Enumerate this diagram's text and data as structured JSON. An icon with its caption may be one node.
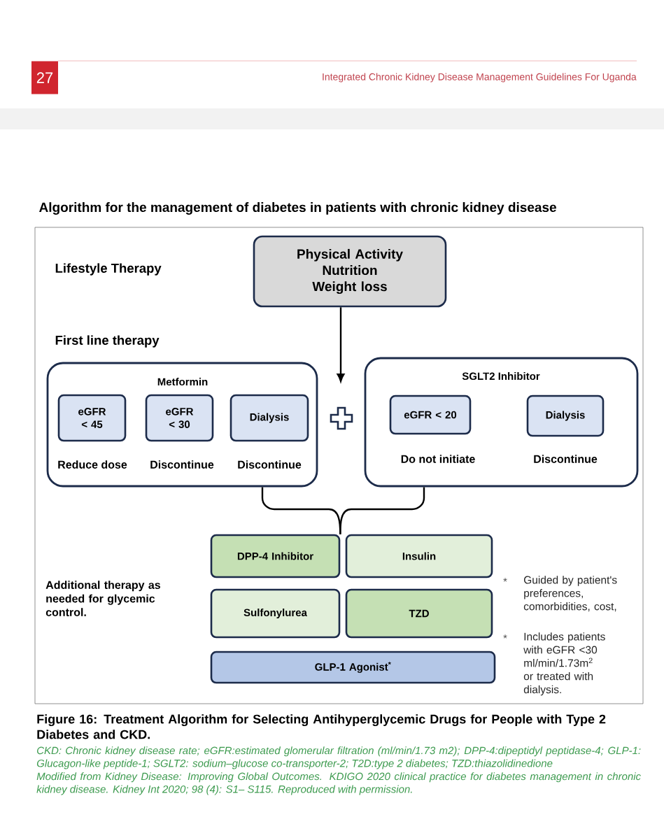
{
  "diagram": {
    "title": "Algorithm for the management of diabetes in patients with chronic kidney disease",
    "caption": "Figure 16: Treatment Algorithm for Selecting Antihyperglycemic Drugs for People with Type 2 Diabetes and CKD.",
    "nodes": [
      {
        "text": [
          "Physical Activity",
          "Nutrition",
          "Weight loss"
        ]
      },
      {
        "text": [
          "Metformin"
        ]
      },
      {
        "text": [
          "eGFR < 45"
        ],
        "in": 1,
        "beside": [
          "Reduce dose"
        ]
      },
      {
        "text": [
          "eGFR < 30"
        ],
        "in": 1,
        "beside": [
          "Discontinue"
        ]
      },
      {
        "text": [
          "Dialysis"
        ],
        "in": 1,
        "beside": [
          "Discontinue"
        ]
      },
      {
        "text": [
          "SGLT2 Inhibitor"
        ]
      },
      {
        "text": [
          "eGFR < 20"
        ],
        "in": 5,
        "beside": [
          "Do not initiate"
        ]
      },
      {
        "text": [
          "Dialysis"
        ],
        "in": 5,
        "beside": [
          "Discontinue"
        ]
      },
      {
        "text": [
          "DPP-4 Inhibitor"
        ]
      },
      {
        "text": [
          "Insulin"
        ]
      },
      {
        "text": [
          "Sulfonylurea"
        ]
      },
      {
        "text": [
          "TZD"
        ]
      },
      {
        "text": [
          "GLP-1 Agonist$^{*}$"
        ]
      }
    ],
    "edges": [
      {
        "from": 0,
        "to": null,
        "arrow": "to"
      },
      {
        "from": 1,
        "to": 8,
        "arrow": "none"
      },
      {
        "from": 5,
        "to": 8,
        "arrow": "none"
      }
    ],
    "labels": [
      "27",
      "Integrated Chronic Kidney Disease Management Guidelines For Uganda",
      "Lifestyle Therapy",
      "First line therapy",
      "Additional therapy as needed for glycemic control.",
      "*",
      "Guided by patient's preferences, comorbidities, cost,",
      "*",
      "Includes patients with eGFR <30 ml/min/1.73m$^{2}$ or treated with dialysis.",
      "CKD: Chronic kidney disease rate; eGFR:estimated glomerular filtration (ml/min/1.73 m2); DPP-4:dipeptidyl peptidase-4; GLP-1: Glucagon-like peptide-1; SGLT2: sodium–glucose co-transporter-2; T2D:type 2 diabetes; TZD:thiazolidinedione",
      "Modified from Kidney Disease: Improving Global Outcomes. KDIGO 2020 clinical practice for diabetes management in chronic kidney disease. Kidney Int 2020; 98 (4): S1– S115. Reproduced with permission."
    ]
  }
}
